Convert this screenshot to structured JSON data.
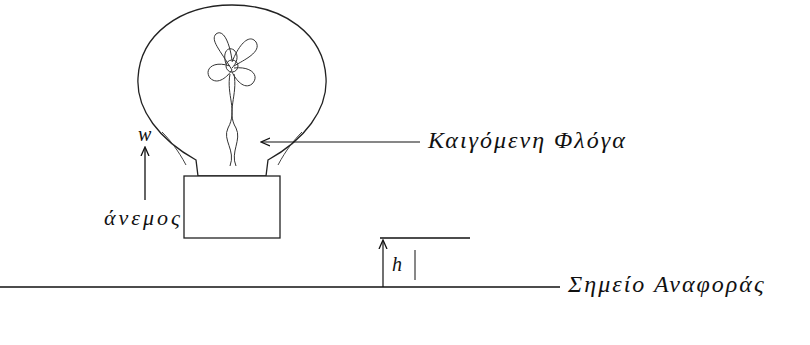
{
  "diagram": {
    "labels": [
      "Καιγόμενη Φλόγα",
      "w",
      "άνεμος",
      "h",
      "Σημείο Αναφοράς"
    ]
  }
}
